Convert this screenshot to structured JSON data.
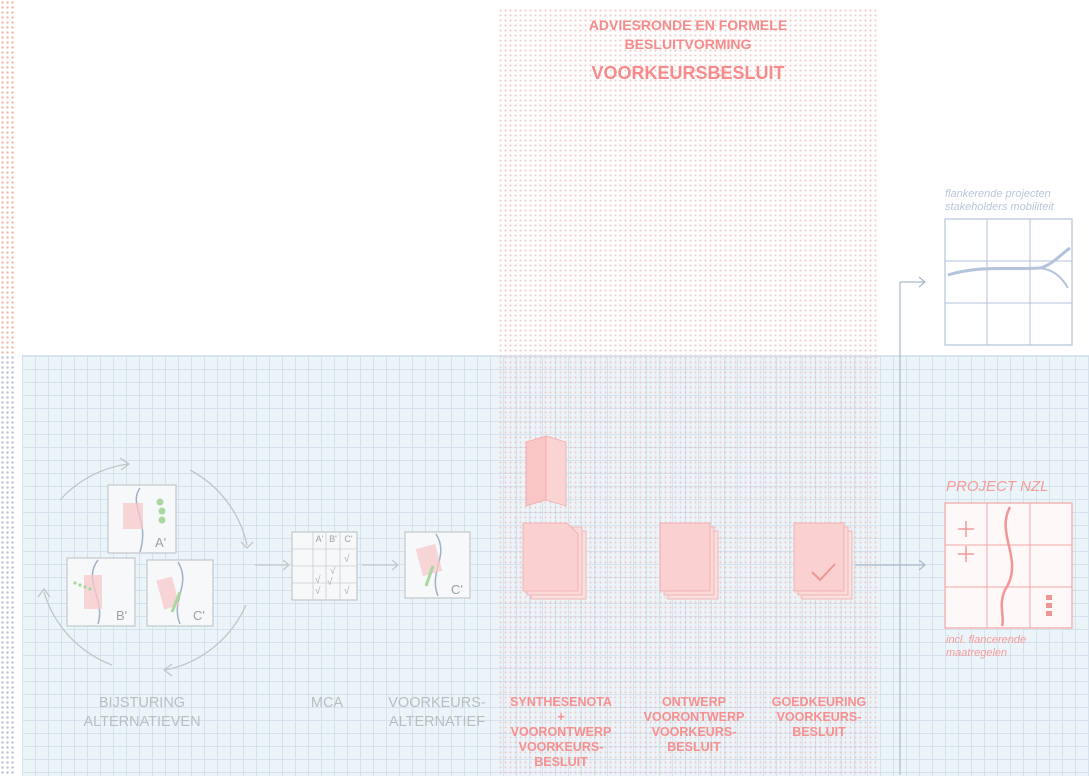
{
  "header": {
    "line1": "ADVIESRONDE EN FORMELE",
    "line2": "BESLUITVORMING",
    "title": "VOORKEURSBESLUIT"
  },
  "sidebox": {
    "line1": "flankerende projecten",
    "line2": "stakeholders mobiliteit"
  },
  "project": {
    "title": "PROJECT NZL",
    "note1": "incl. flancerende",
    "note2": "maatregelen"
  },
  "stages": {
    "bijsturing": [
      "BIJSTURING",
      "ALTERNATIEVEN"
    ],
    "mca": "MCA",
    "voorkeurs": [
      "VOORKEURS-",
      "ALTERNATIEF"
    ],
    "synthesenota": [
      "SYNTHESENOTA",
      "+",
      "VOORONTWERP",
      "VOORKEURS-",
      "BESLUIT"
    ],
    "ontwerp": [
      "ONTWERP",
      "VOORONTWERP",
      "VOORKEURS-",
      "BESLUIT"
    ],
    "goedkeuring": [
      "GOEDKEURING",
      "VOORKEURS-",
      "BESLUIT"
    ]
  },
  "cards": {
    "a": "A'",
    "b": "B'",
    "c": "C'",
    "c2": "C'"
  },
  "mca_table": {
    "headers": [
      "A'",
      "B'",
      "C'"
    ],
    "checks": [
      "√",
      "√",
      "√",
      "√",
      "√",
      "√"
    ]
  },
  "colors": {
    "accent": "#f58b8b",
    "grid": "#d3e2ec",
    "muted": "#b7bec4",
    "blue": "#aebfd8"
  }
}
